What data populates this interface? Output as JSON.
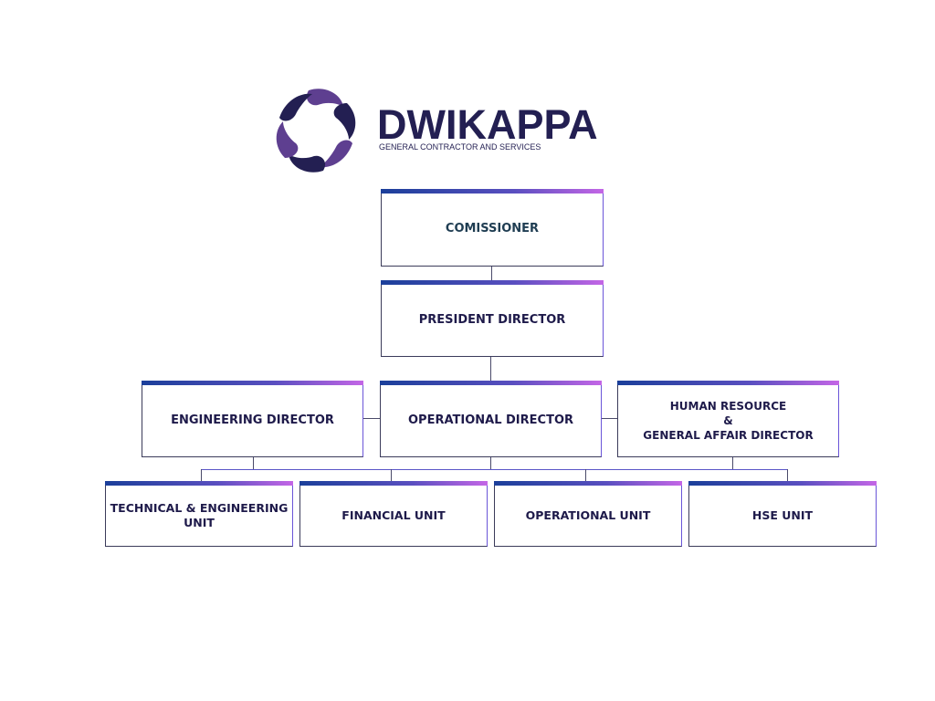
{
  "logo": {
    "name": "DWIKAPPA",
    "tagline": "GENERAL CONTRACTOR AND SERVICES",
    "colors": {
      "dark": "#231f52",
      "purple": "#5e3f90"
    }
  },
  "org": {
    "commissioner": "COMISSIONER",
    "president": "PRESIDENT DIRECTOR",
    "directors": {
      "engineering": "ENGINEERING DIRECTOR",
      "operational": "OPERATIONAL DIRECTOR",
      "hr_line1": "HUMAN RESOURCE",
      "hr_line2": "&",
      "hr_line3": "GENERAL AFFAIR DIRECTOR"
    },
    "units": {
      "technical_line1": "TECHNICAL & ENGINEERING",
      "technical_line2": "UNIT",
      "financial": "FINANCIAL UNIT",
      "operational": "OPERATIONAL UNIT",
      "hse": "HSE UNIT"
    }
  }
}
